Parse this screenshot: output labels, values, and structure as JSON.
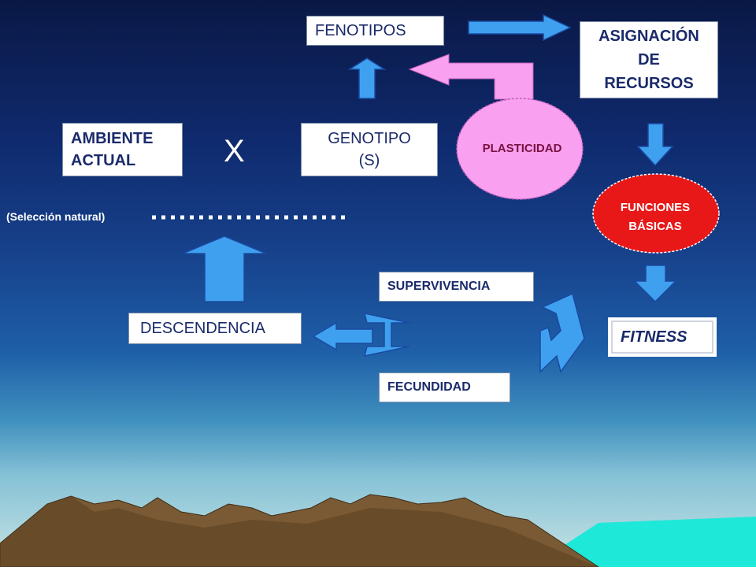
{
  "nodes": {
    "fenotipos": "FENOTIPOS",
    "asignacion": "ASIGNACIÓN\nDE\nRECURSOS",
    "ambiente": "AMBIENTE\nACTUAL",
    "genotipo": "GENOTIPO\n(S)",
    "cross": "X",
    "plasticidad": "PLASTICIDAD",
    "funciones": "FUNCIONES\nBÁSICAS",
    "seleccion": "(Selección natural)",
    "supervivencia": "SUPERVIVENCIA",
    "fecundidad": "FECUNDIDAD",
    "descendencia": "DESCENDENCIA",
    "fitness": "FITNESS"
  },
  "colors": {
    "arrow_blue": "#3fa0f0",
    "plasticity_pink": "#f9a0f0",
    "functions_red": "#e81818",
    "box_text": "#1a2a6a",
    "mountain_brown": "#7a5a34",
    "sea_cyan": "#1ee8d8"
  }
}
